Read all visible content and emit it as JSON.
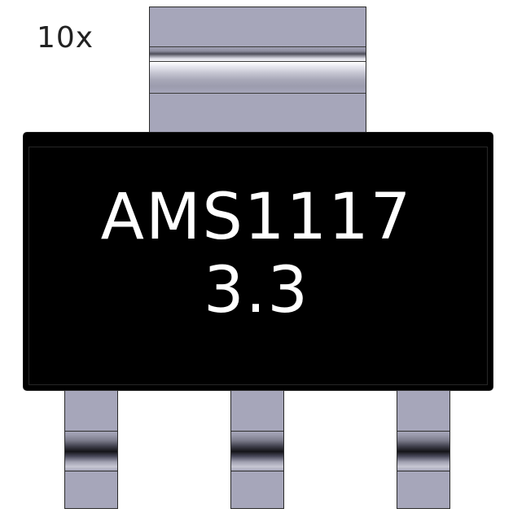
{
  "quantity_label": "10x",
  "marking": {
    "line1": "AMS1117",
    "line2": "3.3"
  },
  "colors": {
    "background": "#ffffff",
    "package_body": "#000000",
    "marking_text": "#ffffff",
    "lead_metal": "#a6a6ba"
  }
}
